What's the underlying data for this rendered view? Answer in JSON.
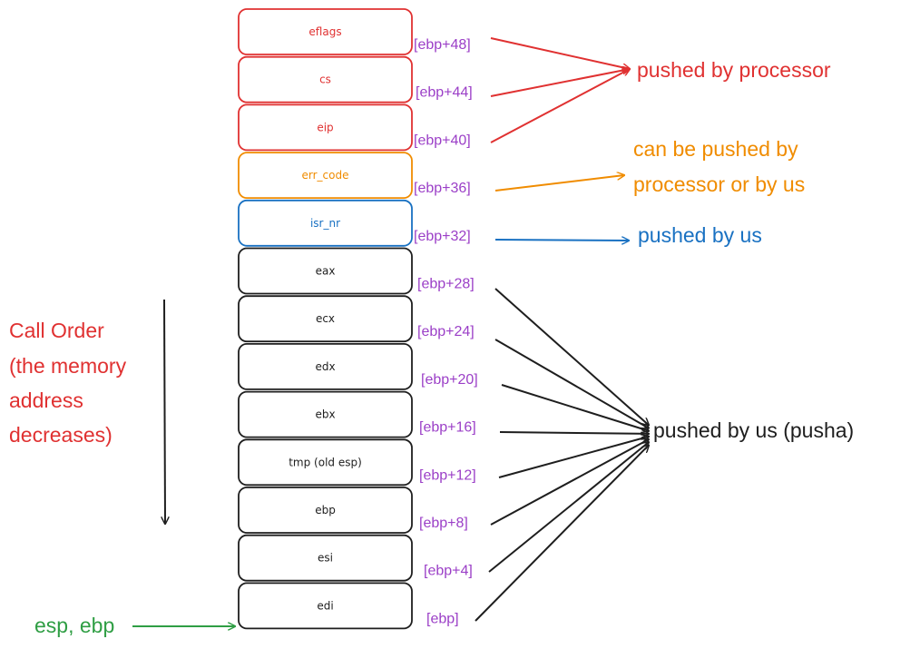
{
  "colors": {
    "processor": "#e03131",
    "optional": "#f08c00",
    "isr": "#1971c2",
    "pusha": "#1e1e1e",
    "offset": "#9b3fc7",
    "pointer": "#2f9e44"
  },
  "stack": [
    {
      "label": "eflags",
      "offset": "[ebp+48]",
      "group": "processor"
    },
    {
      "label": "cs",
      "offset": "[ebp+44]",
      "group": "processor"
    },
    {
      "label": "eip",
      "offset": "[ebp+40]",
      "group": "processor"
    },
    {
      "label": "err_code",
      "offset": "[ebp+36]",
      "group": "optional"
    },
    {
      "label": "isr_nr",
      "offset": "[ebp+32]",
      "group": "isr"
    },
    {
      "label": "eax",
      "offset": "[ebp+28]",
      "group": "pusha"
    },
    {
      "label": "ecx",
      "offset": "[ebp+24]",
      "group": "pusha"
    },
    {
      "label": "edx",
      "offset": "[ebp+20]",
      "group": "pusha"
    },
    {
      "label": "ebx",
      "offset": "[ebp+16]",
      "group": "pusha"
    },
    {
      "label": "tmp (old esp)",
      "offset": "[ebp+12]",
      "group": "pusha"
    },
    {
      "label": "ebp",
      "offset": "[ebp+8]",
      "group": "pusha"
    },
    {
      "label": "esi",
      "offset": "[ebp+4]",
      "group": "pusha"
    },
    {
      "label": "edi",
      "offset": "[ebp]",
      "group": "pusha"
    }
  ],
  "annotations": {
    "processor": "pushed by processor",
    "optional_line1": "can be pushed by",
    "optional_line2": "processor or by us",
    "isr": "pushed by us",
    "pusha": "pushed by us (pusha)"
  },
  "call_order": {
    "lines": [
      "Call Order",
      "(the memory",
      "address",
      "decreases)"
    ]
  },
  "pointer": {
    "label": "esp, ebp"
  }
}
